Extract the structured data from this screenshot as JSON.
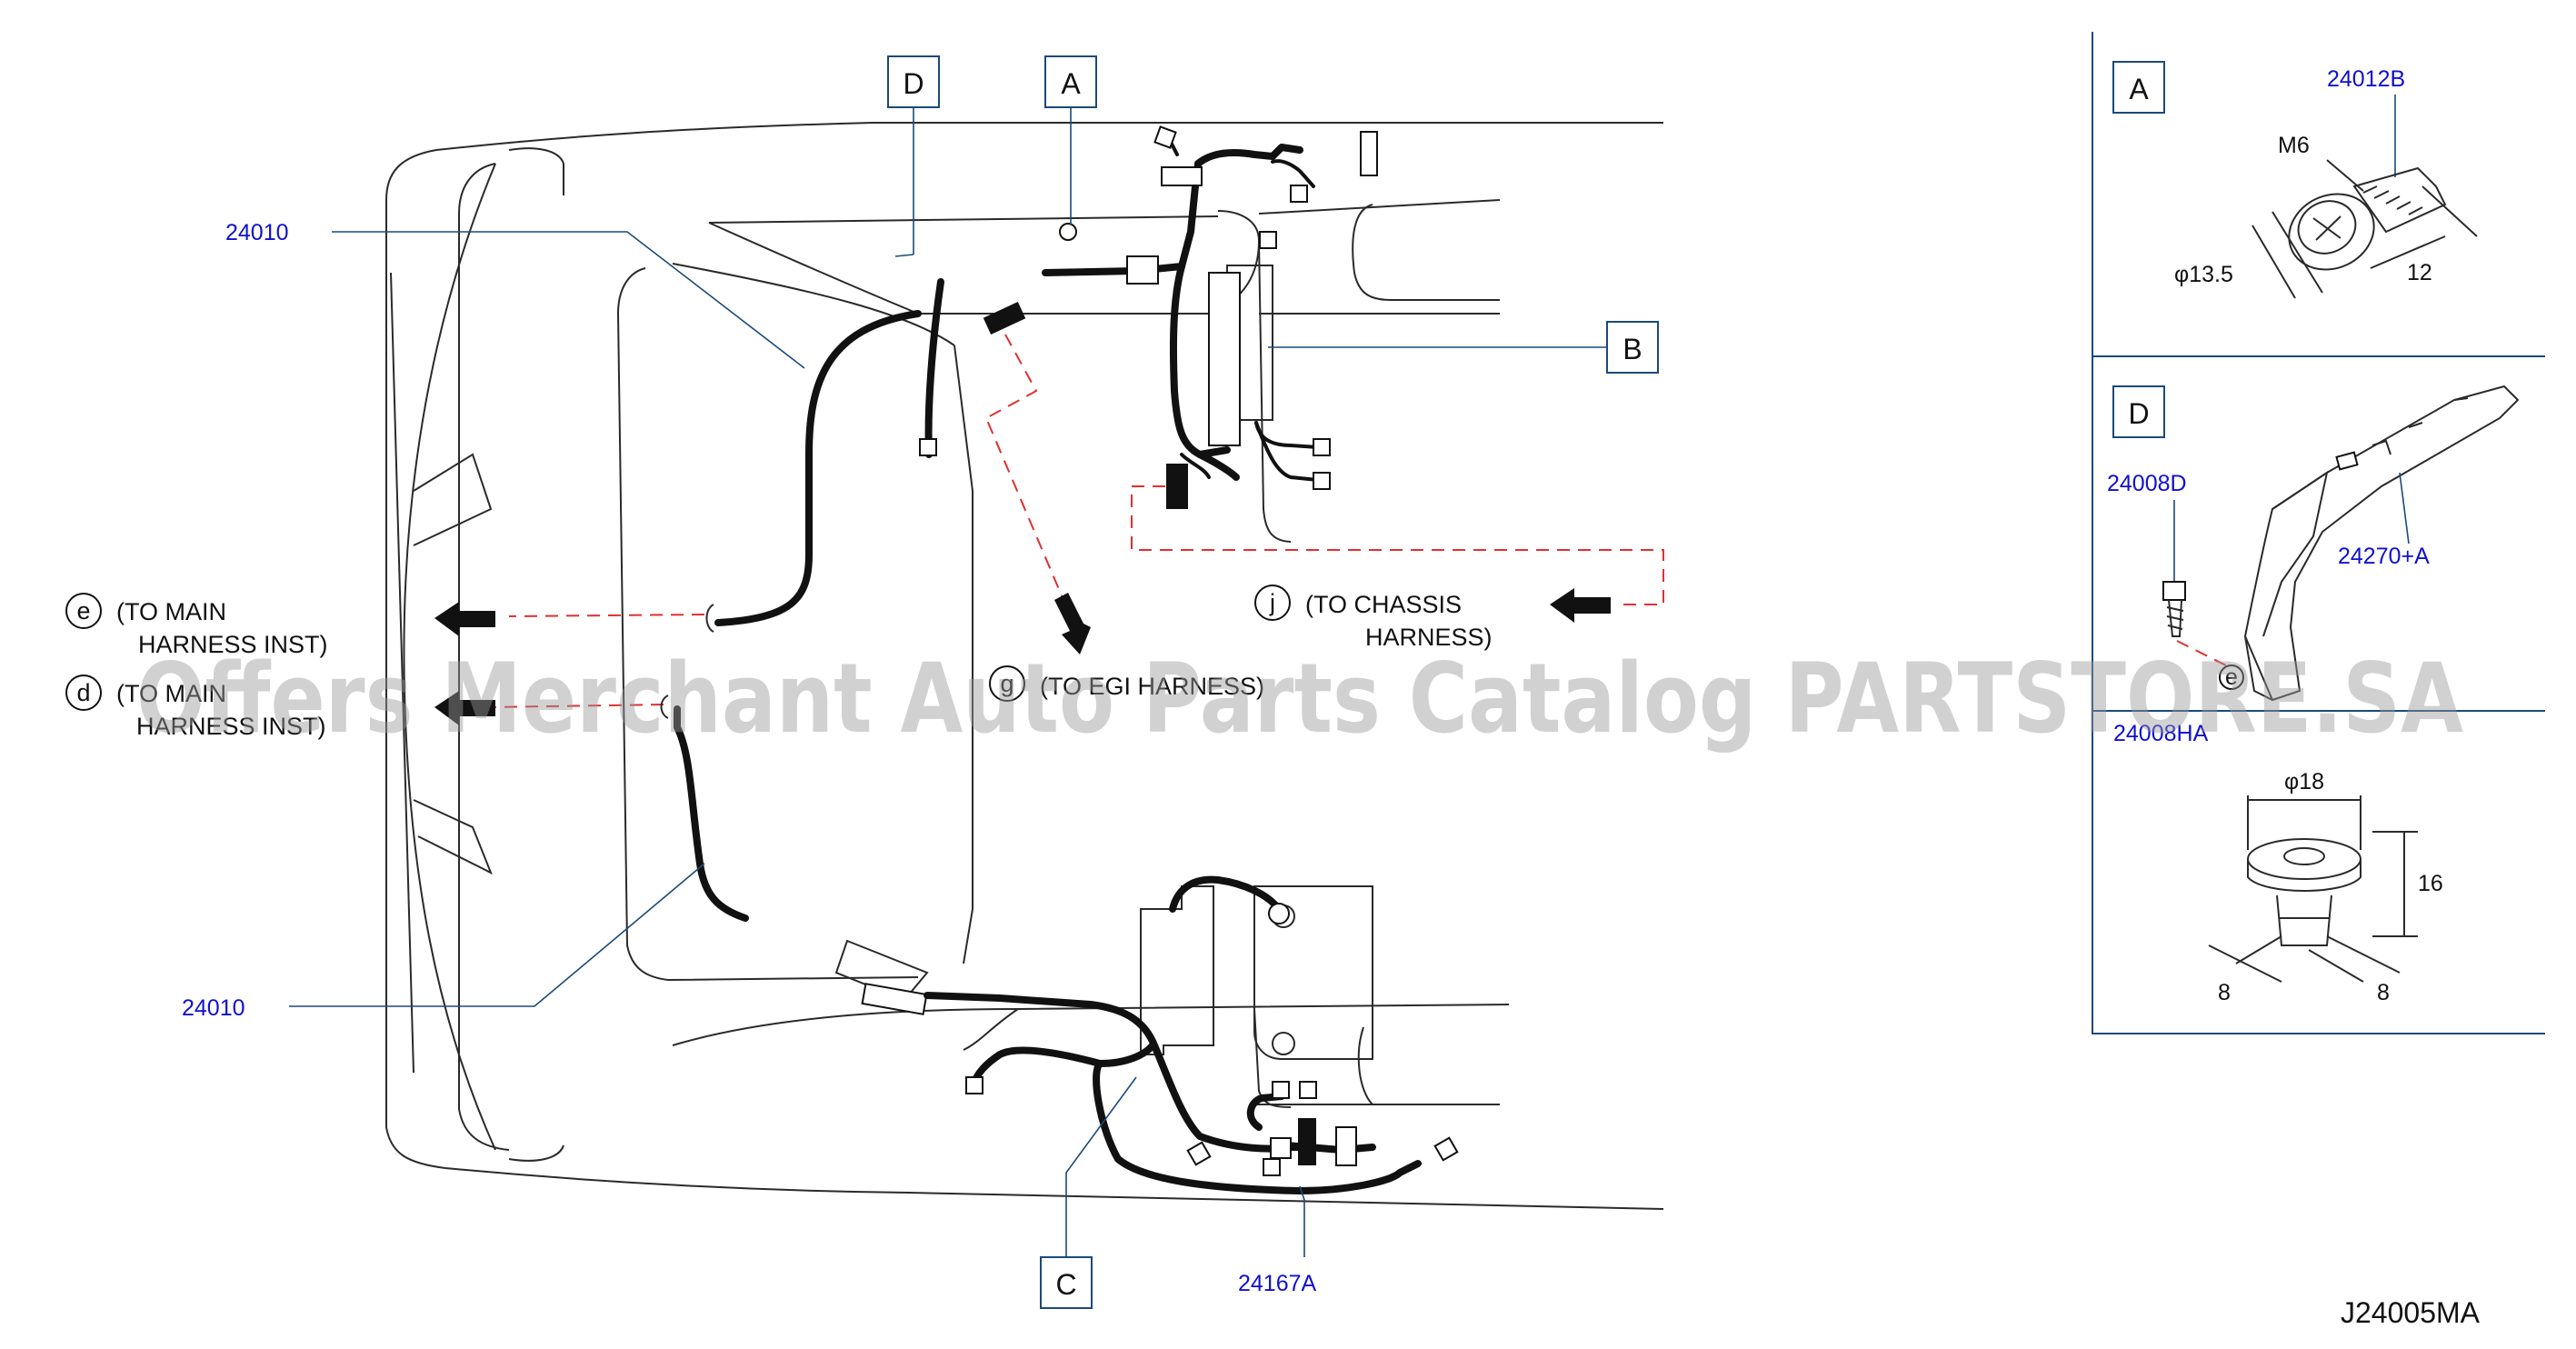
{
  "diagram_code": "J24005MA",
  "watermark": "Offers Merchant Auto Parts Catalog PARTSTORE.SA",
  "callouts": {
    "A": "A",
    "B": "B",
    "C": "C",
    "D": "D"
  },
  "part_numbers": {
    "harness_upper": "24010",
    "harness_lower": "24010",
    "sub_harness": "24167A",
    "bolt": "24012B",
    "bolt_d": "24008D",
    "bracket": "24270+A",
    "clip": "24008HA"
  },
  "connections": {
    "e": {
      "letter": "e",
      "line1": "(TO   MAIN",
      "line2": "HARNESS   INST)"
    },
    "d": {
      "letter": "d",
      "line1": "(TO   MAIN",
      "line2": "HARNESS   INST)"
    },
    "j": {
      "letter": "j",
      "line1": "(TO   CHASSIS",
      "line2": "HARNESS)"
    },
    "g": {
      "letter": "g",
      "line1": "(TO   EGI   HARNESS)"
    }
  },
  "detail_A": {
    "label": "A",
    "thread": "M6",
    "diameter": "φ13.5",
    "length": "12"
  },
  "detail_D": {
    "label": "D",
    "diameter": "φ18",
    "height": "16",
    "width_left": "8",
    "width_right": "8",
    "clip_letter": "e"
  },
  "colors": {
    "part_number": "#1010d0",
    "leader": "#1a4a7a",
    "dashed_route": "#e03030",
    "outline": "#2a2a2a"
  }
}
